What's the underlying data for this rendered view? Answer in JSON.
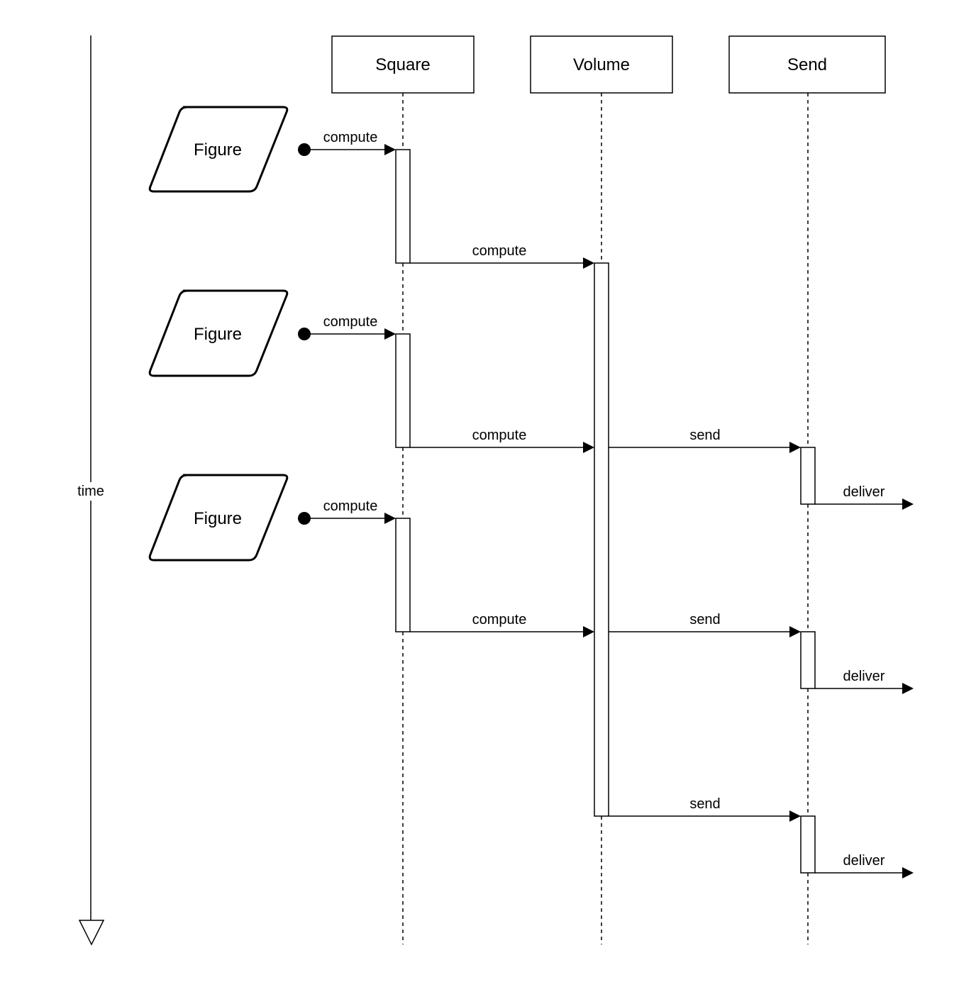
{
  "time_axis": {
    "label": "time"
  },
  "participants": [
    {
      "id": "square",
      "label": "Square"
    },
    {
      "id": "volume",
      "label": "Volume"
    },
    {
      "id": "send",
      "label": "Send"
    }
  ],
  "figures": [
    {
      "label": "Figure"
    },
    {
      "label": "Figure"
    },
    {
      "label": "Figure"
    }
  ],
  "messages": [
    {
      "label": "compute",
      "from": "figure-1",
      "to": "square",
      "kind": "found"
    },
    {
      "label": "compute",
      "from": "square",
      "to": "volume",
      "kind": "sync"
    },
    {
      "label": "compute",
      "from": "figure-2",
      "to": "square",
      "kind": "found"
    },
    {
      "label": "compute",
      "from": "square",
      "to": "volume",
      "kind": "sync"
    },
    {
      "label": "send",
      "from": "volume",
      "to": "send",
      "kind": "sync"
    },
    {
      "label": "deliver",
      "from": "send",
      "to": "outside",
      "kind": "lost"
    },
    {
      "label": "compute",
      "from": "figure-3",
      "to": "square",
      "kind": "found"
    },
    {
      "label": "compute",
      "from": "square",
      "to": "volume",
      "kind": "sync"
    },
    {
      "label": "send",
      "from": "volume",
      "to": "send",
      "kind": "sync"
    },
    {
      "label": "deliver",
      "from": "send",
      "to": "outside",
      "kind": "lost"
    },
    {
      "label": "send",
      "from": "volume",
      "to": "send",
      "kind": "sync"
    },
    {
      "label": "deliver",
      "from": "send",
      "to": "outside",
      "kind": "lost"
    }
  ]
}
